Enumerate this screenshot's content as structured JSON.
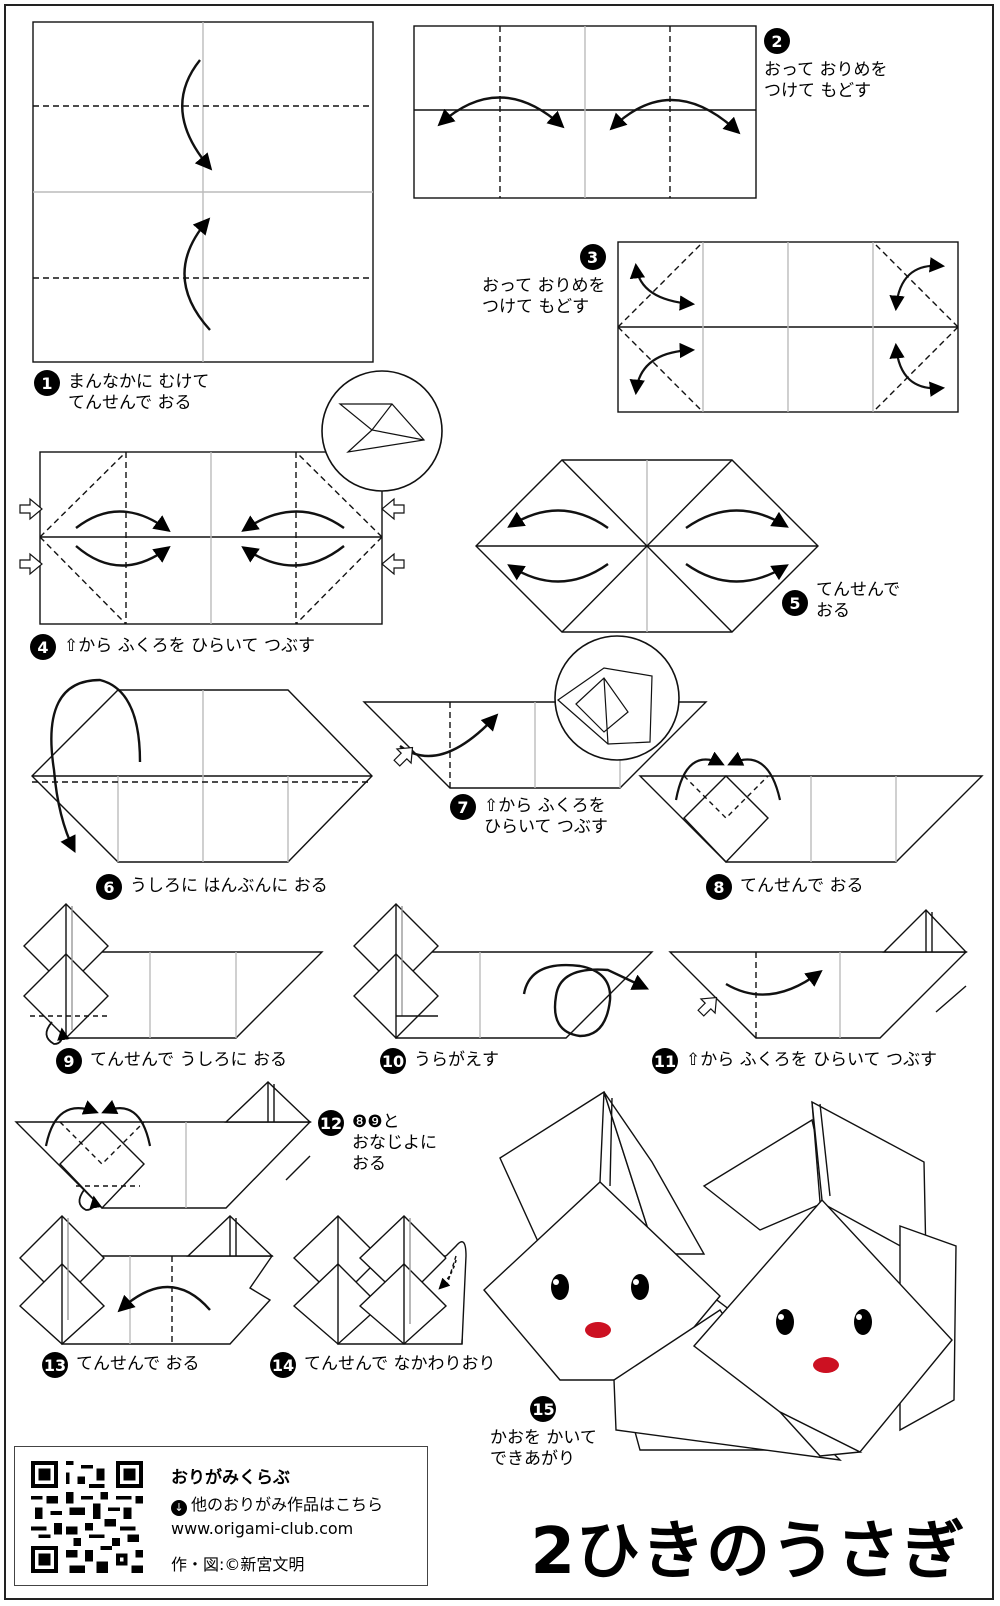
{
  "title": "2ひきのうさぎ",
  "steps": [
    {
      "num": "1",
      "text": "まんなかに むけて\nてんせんで おる"
    },
    {
      "num": "2",
      "text": "おって おりめを\nつけて もどす"
    },
    {
      "num": "3",
      "text": "おって おりめを\nつけて もどす"
    },
    {
      "num": "4",
      "text": "⇧から ふくろを ひらいて つぶす"
    },
    {
      "num": "5",
      "text": "てんせんで\nおる"
    },
    {
      "num": "6",
      "text": "うしろに はんぶんに おる"
    },
    {
      "num": "7",
      "text": "⇧から ふくろを\nひらいて つぶす"
    },
    {
      "num": "8",
      "text": "てんせんで おる"
    },
    {
      "num": "9",
      "text": "てんせんで うしろに おる"
    },
    {
      "num": "10",
      "text": "うらがえす"
    },
    {
      "num": "11",
      "text": "⇧から ふくろを ひらいて つぶす"
    },
    {
      "num": "12",
      "text": "❽❾と\nおなじよに\nおる"
    },
    {
      "num": "13",
      "text": "てんせんで おる"
    },
    {
      "num": "14",
      "text": "てんせんで なかわりおり"
    },
    {
      "num": "15",
      "text": "かおを かいて\nできあがり"
    }
  ],
  "footer": {
    "club": "おりがみくらぶ",
    "link_icon": "down-arrow-icon",
    "link_text": "他のおりがみ作品はこちら",
    "url": "www.origami-club.com",
    "credit": "作・図:©新宮文明"
  },
  "colors": {
    "line": "#111111",
    "crease": "#bbbbbb",
    "nose": "#cc1122",
    "paper": "#ffffff"
  }
}
